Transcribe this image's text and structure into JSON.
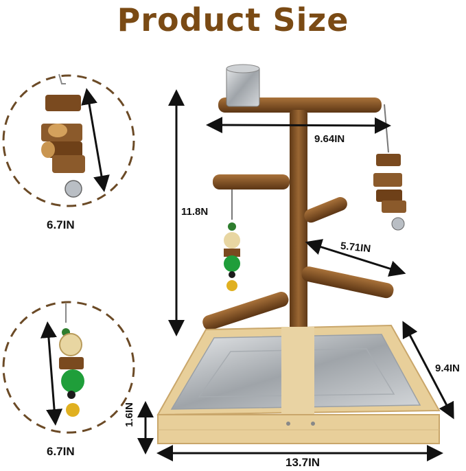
{
  "title": "Product Size",
  "dimensions": {
    "top_perch_width": "9.64IN",
    "stand_height": "11.8N",
    "side_perch_length": "5.71IN",
    "tray_depth": "9.4IN",
    "base_height": "1.6IN",
    "base_width": "13.7IN",
    "toy_top_length": "6.7IN",
    "toy_bottom_length": "6.7IN"
  },
  "colors": {
    "title": "#7a4a14",
    "wood": "#8b5a2b",
    "base_wood": "#e8cf9a",
    "tray": "#c9ccd0",
    "circle_dash": "#6b4a26"
  }
}
